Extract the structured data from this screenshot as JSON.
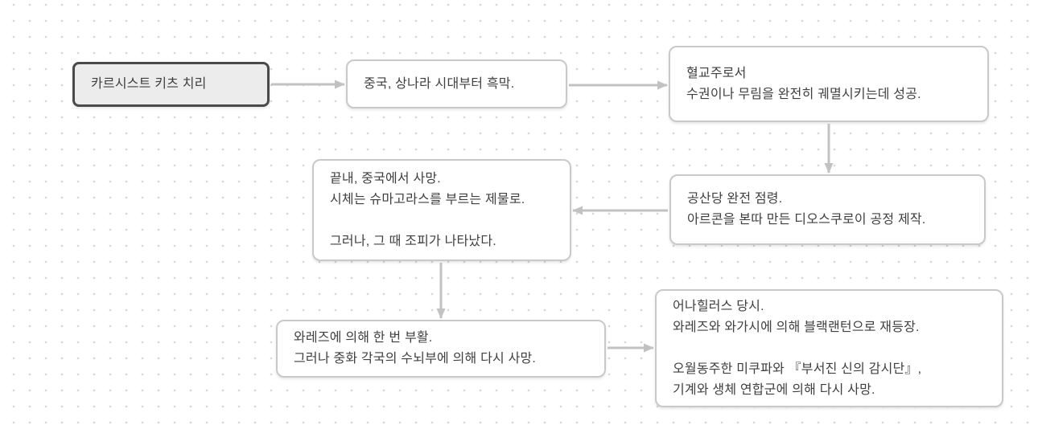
{
  "diagram": {
    "title": "flowchart",
    "nodes": [
      {
        "id": "start",
        "text": "카르시스트 키츠 치리"
      },
      {
        "id": "n2",
        "text": "중국, 상나라 시대부터 흑막."
      },
      {
        "id": "n3",
        "text": "혈교주로서\n수권이나 무림을 완전히 궤멸시키는데 성공."
      },
      {
        "id": "n4",
        "text": "공산당 완전 점령.\n아르콘을 본따 만든 디오스쿠로이 공정 제작."
      },
      {
        "id": "n5",
        "text": "끝내, 중국에서 사망.\n시체는 슈마고라스를 부르는 제물로.\n\n그러나, 그 때 조피가 나타났다."
      },
      {
        "id": "n6",
        "text": "와레즈에 의해 한 번 부활.\n그러나 중화 각국의 수뇌부에 의해 다시 사망."
      },
      {
        "id": "n7",
        "text": "어나힐러스 당시.\n와레즈와 와가시에 의해 블랙랜턴으로 재등장.\n\n오월동주한 미쿠파와 『부서진 신의 감시단』,\n기계와 생체 연합군에 의해 다시 사망."
      }
    ],
    "edges": [
      {
        "from": "start",
        "to": "n2",
        "direction": "right"
      },
      {
        "from": "n2",
        "to": "n3",
        "direction": "right"
      },
      {
        "from": "n3",
        "to": "n4",
        "direction": "down"
      },
      {
        "from": "n4",
        "to": "n5",
        "direction": "left"
      },
      {
        "from": "n5",
        "to": "n6",
        "direction": "down"
      },
      {
        "from": "n6",
        "to": "n7",
        "direction": "right"
      }
    ],
    "colors": {
      "background": "#ffffff",
      "grid_dot": "#d7d7d7",
      "node_border": "#c9c9c9",
      "node_fill": "#ffffff",
      "start_node_border": "#4a4a4a",
      "start_node_fill": "#ececec",
      "edge": "#c2c2c2",
      "text": "#3f3f3f"
    }
  }
}
